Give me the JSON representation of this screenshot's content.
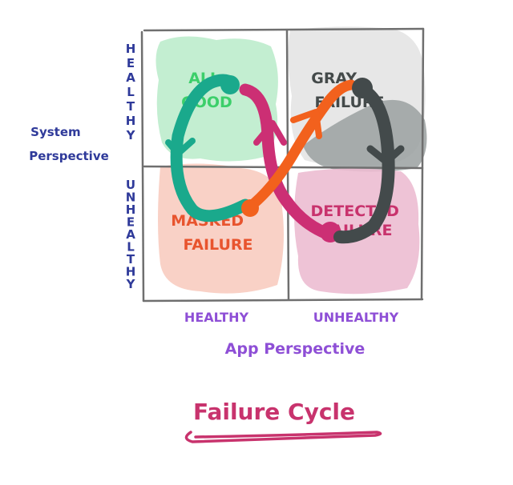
{
  "title": "Failure Cycle",
  "axes": {
    "y_title": [
      "System",
      "Perspective"
    ],
    "y_top": "HEALTHY",
    "y_bottom": "UNHEALTHY",
    "x_title": "App Perspective",
    "x_left": "HEALTHY",
    "x_right": "UNHEALTHY"
  },
  "quadrants": {
    "top_left": [
      "ALL",
      "GOOD"
    ],
    "top_right": [
      "GRAY",
      "FAILURE"
    ],
    "bottom_left": [
      "MASKED",
      "FAILURE"
    ],
    "bottom_right": [
      "DETECTED",
      "FAILURE"
    ]
  },
  "colors": {
    "axis_text": "#2f3a9a",
    "axis_label": "#8e4fd6",
    "title": "#c8336d",
    "grid": "#6f6f6f",
    "all_good_fill": "#b9ebc9",
    "all_good_text": "#3ccf6a",
    "gray_fill": "#e6e6e6",
    "gray_dark_fill": "#9aa0a0",
    "gray_text": "#444a4a",
    "masked_fill": "#f8ccc0",
    "masked_text": "#e8542e",
    "detected_fill": "#ecbcd1",
    "detected_text": "#c8336d",
    "teal": "#1aa98c",
    "magenta": "#cc2f74",
    "orange": "#f2611d",
    "charcoal": "#434a4b"
  }
}
